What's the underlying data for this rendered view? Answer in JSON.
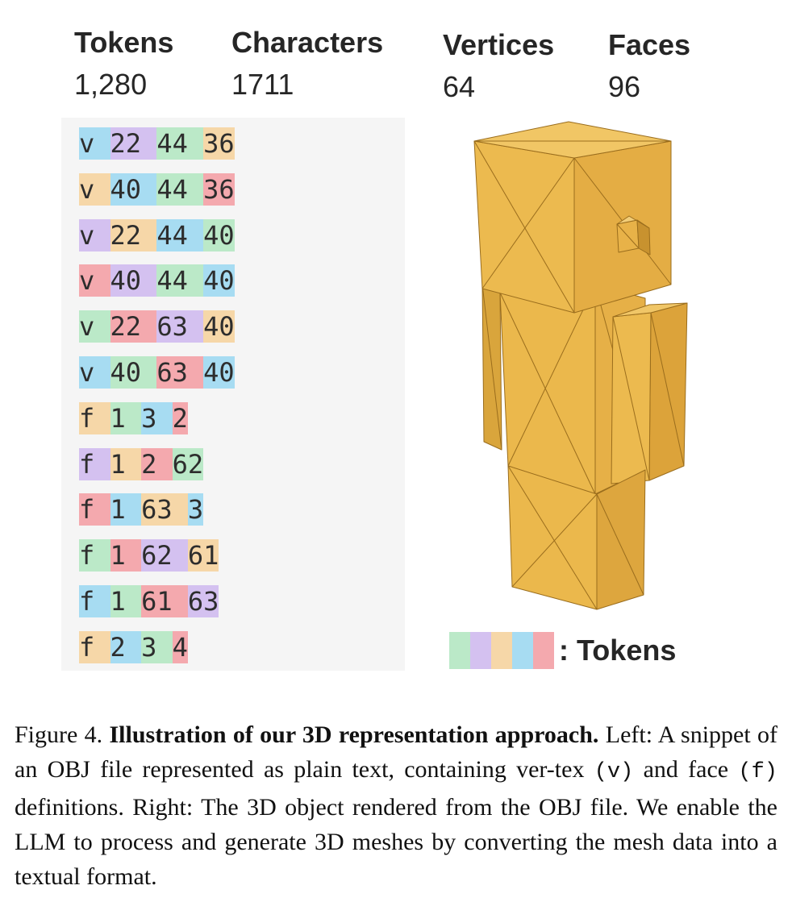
{
  "stats": [
    {
      "label": "Tokens",
      "value": "1,280"
    },
    {
      "label": "Characters",
      "value": "1711"
    },
    {
      "label": "Vertices",
      "value": "64"
    },
    {
      "label": "Faces",
      "value": "96"
    }
  ],
  "code_lines": [
    [
      {
        "t": "v ",
        "c": "blue"
      },
      {
        "t": "22 ",
        "c": "purple"
      },
      {
        "t": "44 ",
        "c": "green"
      },
      {
        "t": "36",
        "c": "peach"
      }
    ],
    [
      {
        "t": "v ",
        "c": "peach"
      },
      {
        "t": "40 ",
        "c": "blue"
      },
      {
        "t": "44 ",
        "c": "green"
      },
      {
        "t": "36",
        "c": "pink"
      }
    ],
    [
      {
        "t": "v ",
        "c": "purple"
      },
      {
        "t": "22 ",
        "c": "peach"
      },
      {
        "t": "44 ",
        "c": "blue"
      },
      {
        "t": "40",
        "c": "green"
      }
    ],
    [
      {
        "t": "v ",
        "c": "pink"
      },
      {
        "t": "40 ",
        "c": "purple"
      },
      {
        "t": "44 ",
        "c": "green"
      },
      {
        "t": "40",
        "c": "blue"
      }
    ],
    [
      {
        "t": "v ",
        "c": "green"
      },
      {
        "t": "22 ",
        "c": "pink"
      },
      {
        "t": "63 ",
        "c": "purple"
      },
      {
        "t": "40",
        "c": "peach"
      }
    ],
    [
      {
        "t": "v ",
        "c": "blue"
      },
      {
        "t": "40 ",
        "c": "green"
      },
      {
        "t": "63 ",
        "c": "pink"
      },
      {
        "t": "40",
        "c": "blue"
      }
    ],
    [
      {
        "t": "f ",
        "c": "peach"
      },
      {
        "t": "1 ",
        "c": "green"
      },
      {
        "t": "3 ",
        "c": "blue"
      },
      {
        "t": "2",
        "c": "pink"
      }
    ],
    [
      {
        "t": "f ",
        "c": "purple"
      },
      {
        "t": "1 ",
        "c": "peach"
      },
      {
        "t": "2 ",
        "c": "pink"
      },
      {
        "t": "62",
        "c": "green"
      }
    ],
    [
      {
        "t": "f ",
        "c": "pink"
      },
      {
        "t": "1 ",
        "c": "blue"
      },
      {
        "t": "63 ",
        "c": "peach"
      },
      {
        "t": "3",
        "c": "blue"
      }
    ],
    [
      {
        "t": "f ",
        "c": "green"
      },
      {
        "t": "1 ",
        "c": "pink"
      },
      {
        "t": "62 ",
        "c": "purple"
      },
      {
        "t": "61",
        "c": "peach"
      }
    ],
    [
      {
        "t": "f ",
        "c": "blue"
      },
      {
        "t": "1 ",
        "c": "green"
      },
      {
        "t": "61 ",
        "c": "pink"
      },
      {
        "t": "63",
        "c": "purple"
      }
    ],
    [
      {
        "t": "f ",
        "c": "peach"
      },
      {
        "t": "2 ",
        "c": "blue"
      },
      {
        "t": "3 ",
        "c": "green"
      },
      {
        "t": "4",
        "c": "pink"
      }
    ]
  ],
  "legend": {
    "text": ": Tokens",
    "swatch_colors": [
      "#bbe9c8",
      "#d4c1f0",
      "#f6d7a8",
      "#a7dcf2",
      "#f4a9ae"
    ]
  },
  "caption": {
    "figure_label": "Figure 4.",
    "title": "Illustration of our 3D representation approach.",
    "part1": "Left: A snippet of an OBJ file represented as plain text, containing ver-tex ",
    "v_code": "(v)",
    "part2": " and face ",
    "f_code": "(f)",
    "part3": " definitions. Right: The 3D object rendered from the OBJ file. We enable the LLM to process and generate 3D meshes by converting the mesh data into a textual format."
  },
  "colors": {
    "green": "#bbe9c8",
    "purple": "#d4c1f0",
    "peach": "#f6d7a8",
    "blue": "#a7dcf2",
    "pink": "#f4a9ae",
    "mesh_face_light": "#f0c463",
    "mesh_face_mid": "#e2ab3d",
    "mesh_face_dark": "#c98f25",
    "mesh_edge": "#9a6d1d"
  }
}
